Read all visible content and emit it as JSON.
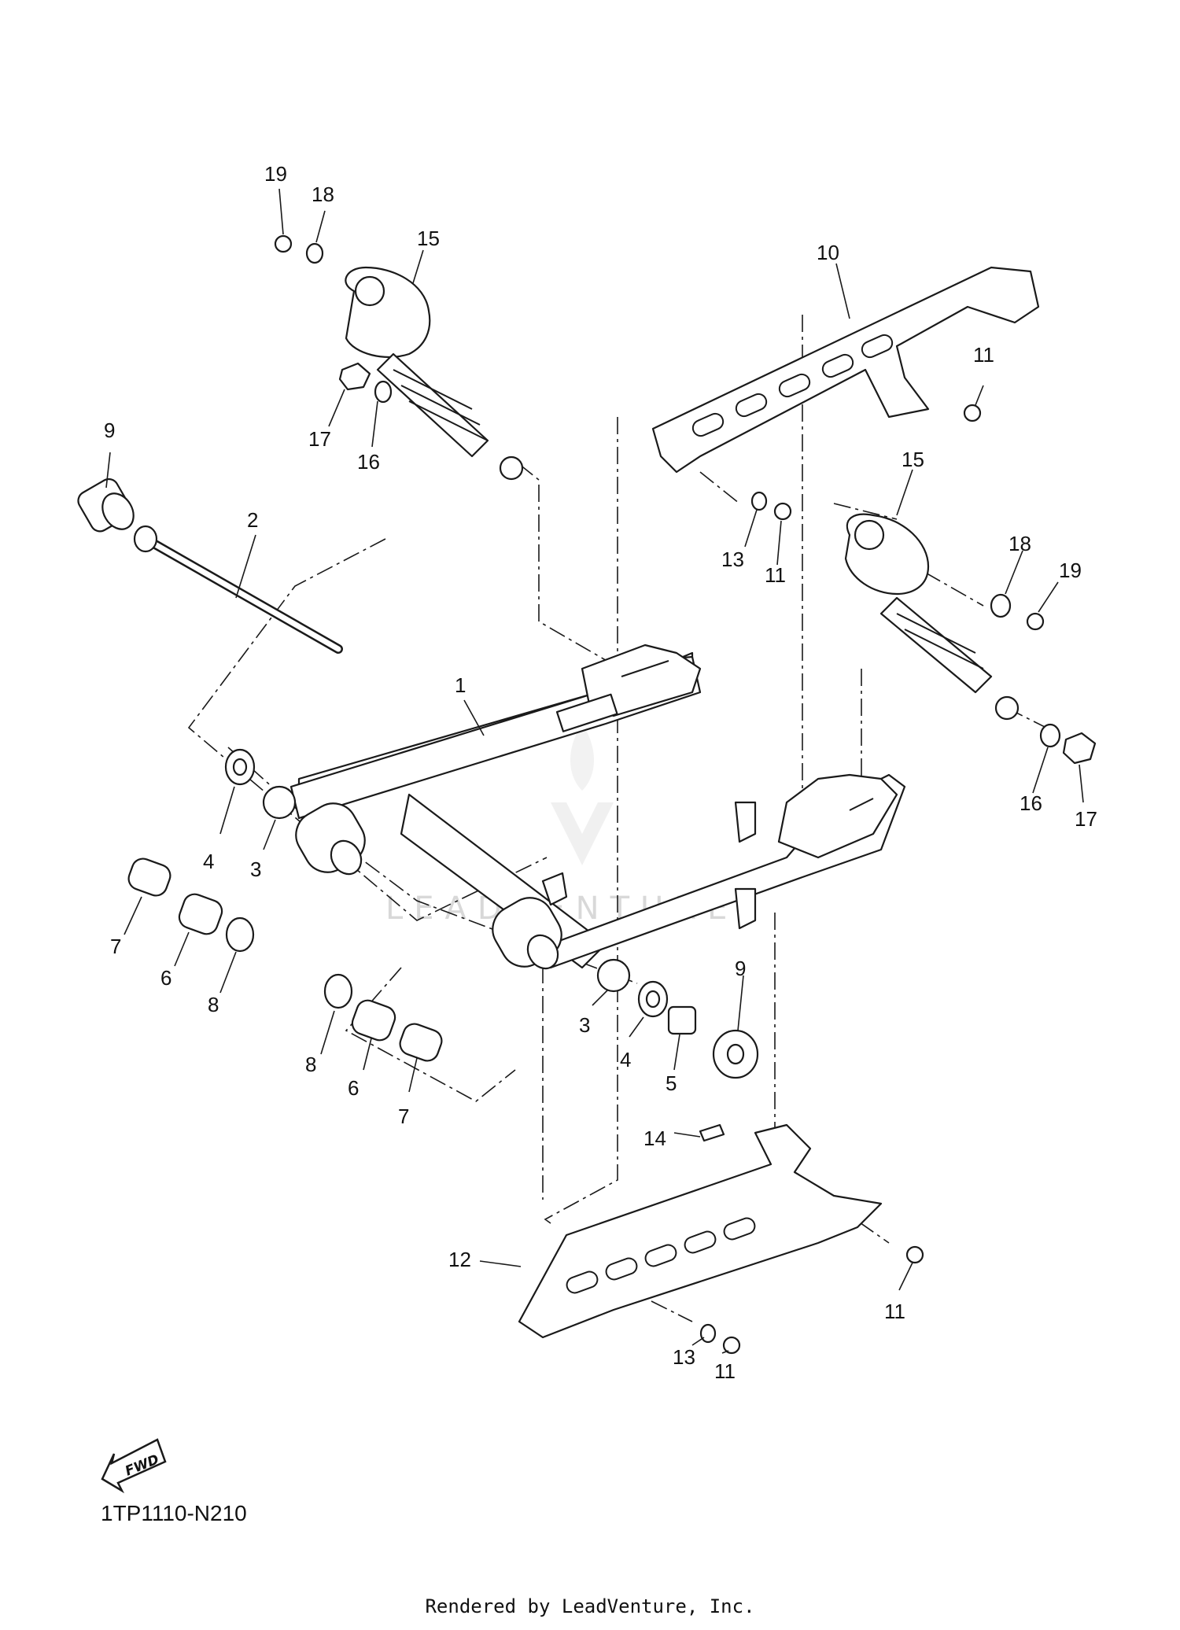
{
  "diagram": {
    "code": "1TP1110-N210",
    "credit": "Rendered by LeadVenture, Inc.",
    "watermark": "LEADVENTURE",
    "fwd_label": "FWD"
  },
  "callouts": [
    {
      "id": "c19a",
      "text": "19"
    },
    {
      "id": "c18a",
      "text": "18"
    },
    {
      "id": "c15a",
      "text": "15"
    },
    {
      "id": "c17a",
      "text": "17"
    },
    {
      "id": "c16a",
      "text": "16"
    },
    {
      "id": "c9a",
      "text": "9"
    },
    {
      "id": "c2",
      "text": "2"
    },
    {
      "id": "c1",
      "text": "1"
    },
    {
      "id": "c4a",
      "text": "4"
    },
    {
      "id": "c3a",
      "text": "3"
    },
    {
      "id": "c7a",
      "text": "7"
    },
    {
      "id": "c6a",
      "text": "6"
    },
    {
      "id": "c8a",
      "text": "8"
    },
    {
      "id": "c8b",
      "text": "8"
    },
    {
      "id": "c6b",
      "text": "6"
    },
    {
      "id": "c7b",
      "text": "7"
    },
    {
      "id": "c10",
      "text": "10"
    },
    {
      "id": "c11a",
      "text": "11"
    },
    {
      "id": "c13a",
      "text": "13"
    },
    {
      "id": "c11b",
      "text": "11"
    },
    {
      "id": "c15b",
      "text": "15"
    },
    {
      "id": "c18b",
      "text": "18"
    },
    {
      "id": "c19b",
      "text": "19"
    },
    {
      "id": "c16b",
      "text": "16"
    },
    {
      "id": "c17b",
      "text": "17"
    },
    {
      "id": "c9b",
      "text": "9"
    },
    {
      "id": "c3b",
      "text": "3"
    },
    {
      "id": "c4b",
      "text": "4"
    },
    {
      "id": "c5",
      "text": "5"
    },
    {
      "id": "c14",
      "text": "14"
    },
    {
      "id": "c12",
      "text": "12"
    },
    {
      "id": "c11c",
      "text": "11"
    },
    {
      "id": "c13b",
      "text": "13"
    },
    {
      "id": "c11d",
      "text": "11"
    }
  ]
}
